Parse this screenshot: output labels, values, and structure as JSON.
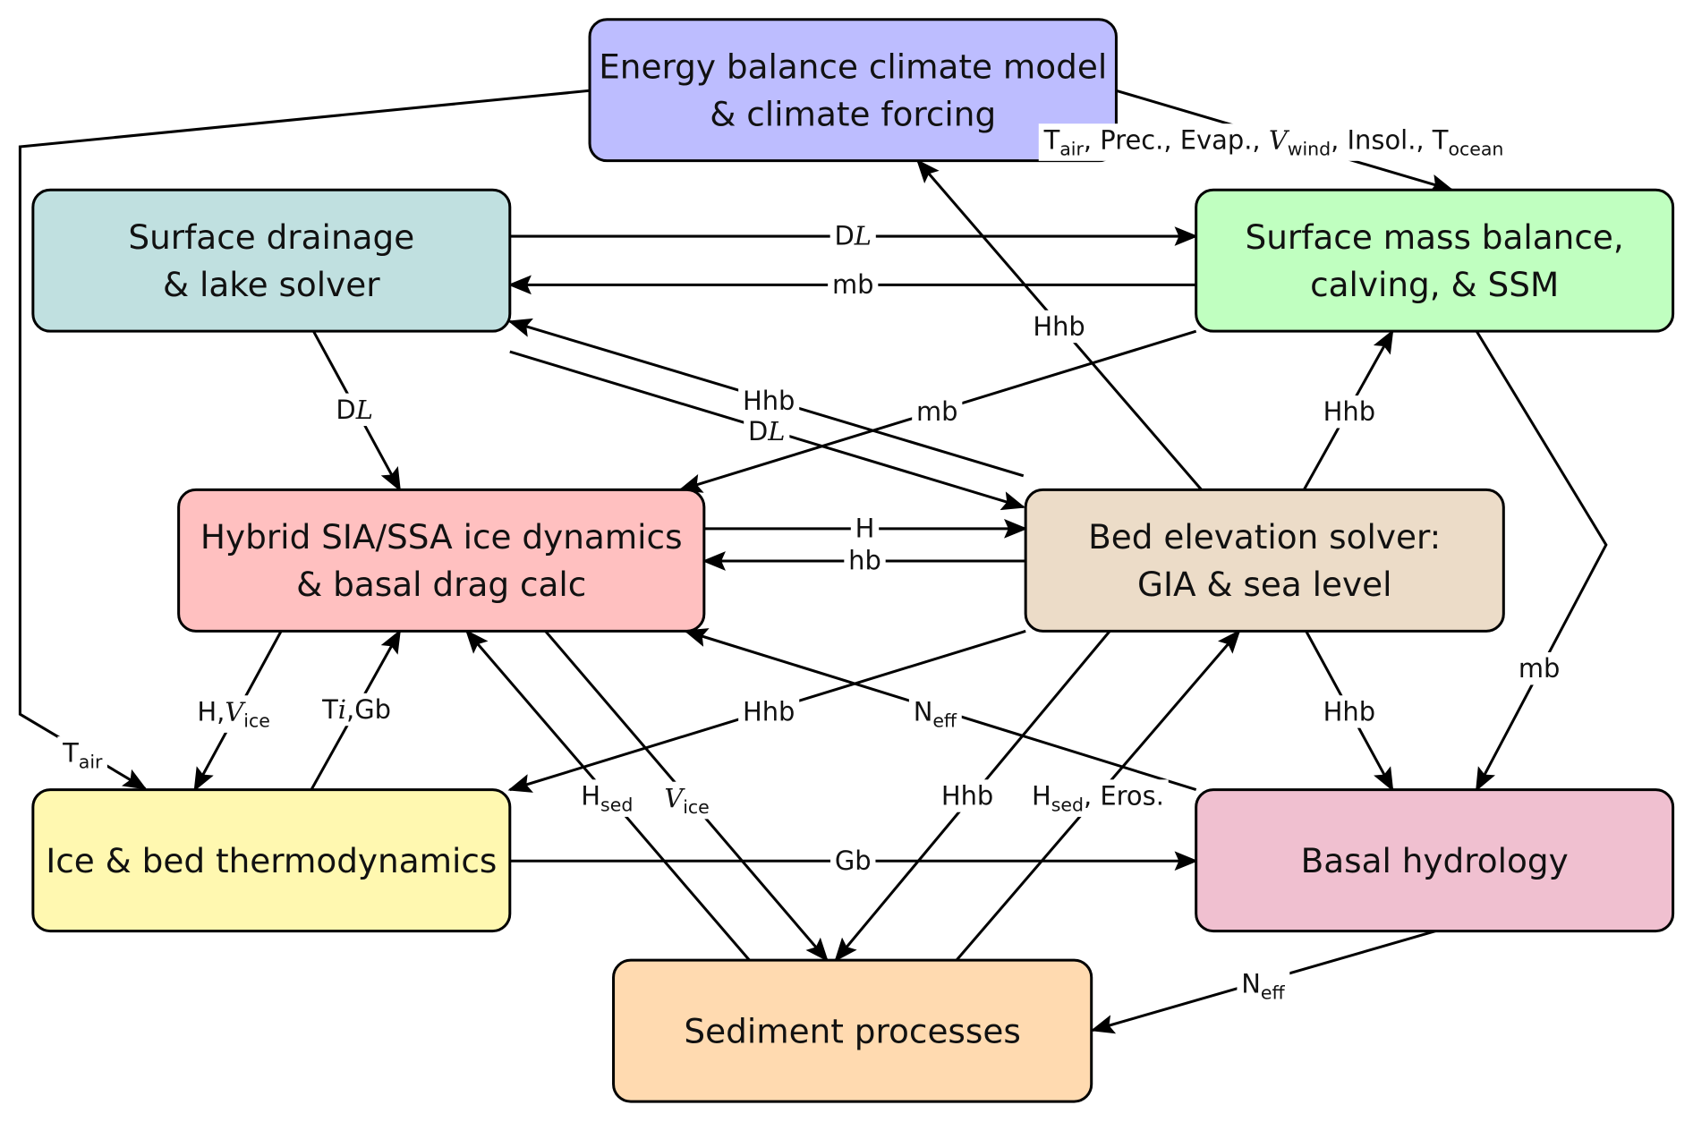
{
  "nodes": [
    {
      "id": "energy",
      "lines": [
        "Energy balance climate model",
        "& climate forcing"
      ],
      "fill": "#bdbdff"
    },
    {
      "id": "drainage",
      "lines": [
        "Surface drainage",
        "& lake solver"
      ],
      "fill": "#c0e0e0"
    },
    {
      "id": "smb",
      "lines": [
        "Surface mass balance,",
        "calving, & SSM"
      ],
      "fill": "#c0ffc0"
    },
    {
      "id": "icedyn",
      "lines": [
        "Hybrid SIA/SSA ice dynamics",
        "& basal drag calc"
      ],
      "fill": "#ffc0c0"
    },
    {
      "id": "bed",
      "lines": [
        "Bed elevation solver:",
        "GIA & sea level"
      ],
      "fill": "#ecdcc8"
    },
    {
      "id": "thermo",
      "lines": [
        "Ice & bed thermodynamics"
      ],
      "fill": "#fff8b0"
    },
    {
      "id": "basal",
      "lines": [
        "Basal hydrology"
      ],
      "fill": "#f0c0d0"
    },
    {
      "id": "sediment",
      "lines": [
        "Sediment processes"
      ],
      "fill": "#ffdab0"
    }
  ],
  "edges": [
    {
      "id": "energy-smb",
      "from": "energy",
      "to": "smb",
      "label": [
        [
          "T",
          ""
        ],
        [
          "air",
          "sub"
        ],
        [
          ", Prec., Evap., ",
          ""
        ],
        [
          "V",
          "it"
        ],
        [
          "wind",
          "sub"
        ],
        [
          ", Insol., T",
          ""
        ],
        [
          "ocean",
          "sub"
        ]
      ]
    },
    {
      "id": "energy-thermo",
      "from": "energy",
      "to": "thermo",
      "label": [
        [
          "T",
          ""
        ],
        [
          "air",
          "sub"
        ]
      ]
    },
    {
      "id": "drainage-smb",
      "from": "drainage",
      "to": "smb",
      "label": [
        [
          "D",
          ""
        ],
        [
          "L",
          "it"
        ]
      ]
    },
    {
      "id": "smb-drainage",
      "from": "smb",
      "to": "drainage",
      "label": [
        [
          "mb",
          ""
        ]
      ]
    },
    {
      "id": "bed-drainage",
      "from": "bed",
      "to": "drainage",
      "label": [
        [
          "Hhb",
          ""
        ]
      ]
    },
    {
      "id": "drainage-bed",
      "from": "drainage",
      "to": "bed",
      "label": [
        [
          "D",
          ""
        ],
        [
          "L",
          "it"
        ]
      ]
    },
    {
      "id": "drainage-icedyn",
      "from": "drainage",
      "to": "icedyn",
      "label": [
        [
          "D",
          ""
        ],
        [
          "L",
          "it"
        ]
      ]
    },
    {
      "id": "smb-icedyn",
      "from": "smb",
      "to": "icedyn",
      "label": [
        [
          "mb",
          ""
        ]
      ]
    },
    {
      "id": "bed-energy",
      "from": "bed",
      "to": "energy",
      "label": [
        [
          "Hhb",
          ""
        ]
      ]
    },
    {
      "id": "bed-smb",
      "from": "bed",
      "to": "smb",
      "label": [
        [
          "Hhb",
          ""
        ]
      ]
    },
    {
      "id": "smb-basal",
      "from": "smb",
      "to": "basal",
      "label": [
        [
          "mb",
          ""
        ]
      ]
    },
    {
      "id": "icedyn-bed",
      "from": "icedyn",
      "to": "bed",
      "label": [
        [
          "H",
          ""
        ]
      ]
    },
    {
      "id": "bed-icedyn",
      "from": "bed",
      "to": "icedyn",
      "label": [
        [
          "hb",
          ""
        ]
      ]
    },
    {
      "id": "icedyn-thermo",
      "from": "icedyn",
      "to": "thermo",
      "label": [
        [
          "H,",
          ""
        ],
        [
          "V",
          "it"
        ],
        [
          "ice",
          "sub"
        ]
      ]
    },
    {
      "id": "thermo-icedyn",
      "from": "thermo",
      "to": "icedyn",
      "label": [
        [
          "T",
          ""
        ],
        [
          "i",
          "it"
        ],
        [
          ",Gb",
          ""
        ]
      ]
    },
    {
      "id": "sediment-icedyn",
      "from": "sediment",
      "to": "icedyn",
      "label": [
        [
          "H",
          ""
        ],
        [
          "sed",
          "sub"
        ]
      ]
    },
    {
      "id": "icedyn-sediment",
      "from": "icedyn",
      "to": "sediment",
      "label": [
        [
          "V",
          "it"
        ],
        [
          "ice",
          "sub"
        ]
      ]
    },
    {
      "id": "bed-thermo",
      "from": "bed",
      "to": "thermo",
      "label": [
        [
          "Hhb",
          ""
        ]
      ]
    },
    {
      "id": "basal-icedyn",
      "from": "basal",
      "to": "icedyn",
      "label": [
        [
          "N",
          ""
        ],
        [
          "eff",
          "sub"
        ]
      ]
    },
    {
      "id": "bed-sediment",
      "from": "bed",
      "to": "sediment",
      "label": [
        [
          "Hhb",
          ""
        ]
      ]
    },
    {
      "id": "sediment-bed",
      "from": "sediment",
      "to": "bed",
      "label": [
        [
          "H",
          ""
        ],
        [
          "sed",
          "sub"
        ],
        [
          ", Eros.",
          ""
        ]
      ]
    },
    {
      "id": "bed-basal",
      "from": "bed",
      "to": "basal",
      "label": [
        [
          "Hhb",
          ""
        ]
      ]
    },
    {
      "id": "thermo-basal",
      "from": "thermo",
      "to": "basal",
      "label": [
        [
          "Gb",
          ""
        ]
      ]
    },
    {
      "id": "basal-sediment",
      "from": "basal",
      "to": "sediment",
      "label": [
        [
          "N",
          ""
        ],
        [
          "eff",
          "sub"
        ]
      ]
    }
  ]
}
